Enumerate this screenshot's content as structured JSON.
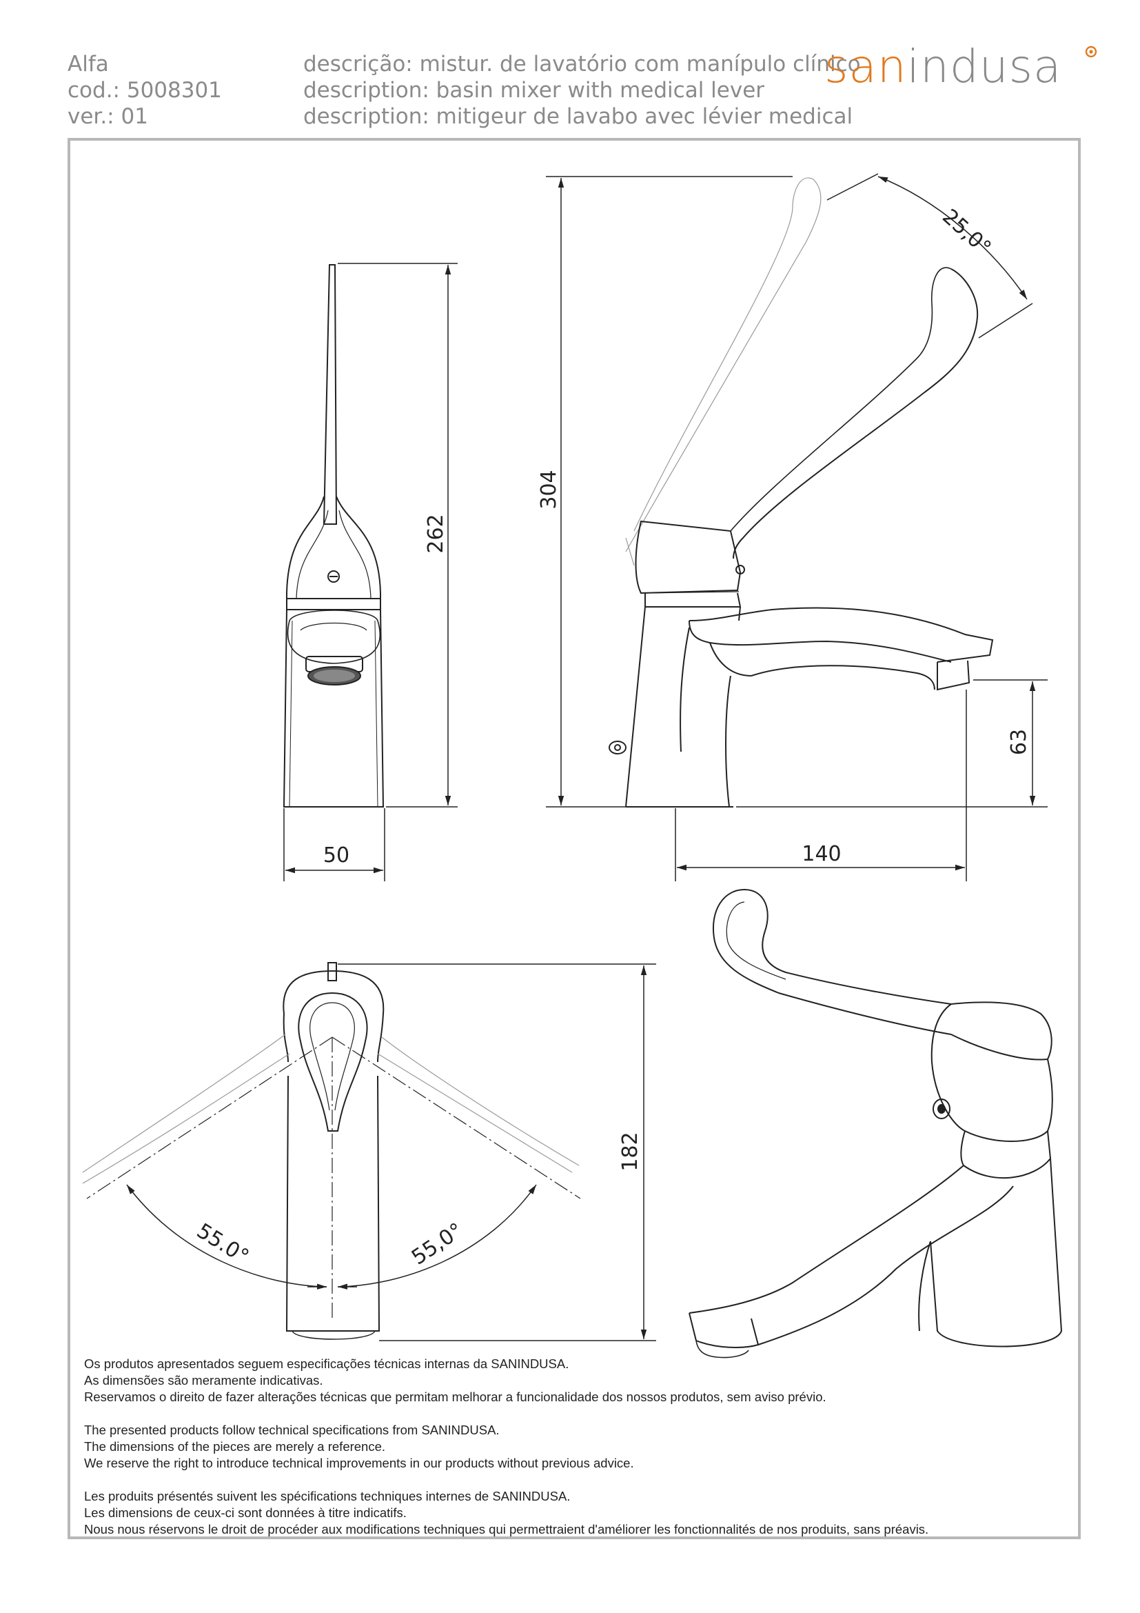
{
  "header": {
    "model": "Alfa",
    "code": "cod.: 5008301",
    "version": "ver.: 01",
    "desc_pt": "descrição: mistur. de lavatório com manípulo clínico",
    "desc_en": "description: basin mixer with medical lever",
    "desc_fr": "description: mitigeur de lavabo avec lévier medical"
  },
  "logo": {
    "part1": "san",
    "part2": "indusa",
    "accent_color": "#e07a1f",
    "gray_color": "#8a8a8a"
  },
  "dimensions": {
    "front_height": "262",
    "front_width": "50",
    "side_height": "304",
    "lever_angle": "25,0°",
    "spout_height": "63",
    "spout_reach": "140",
    "top_length": "182",
    "rotation_left": "55.0°",
    "rotation_right": "55,0°"
  },
  "notes": {
    "pt": [
      "Os produtos apresentados seguem especificações técnicas internas da SANINDUSA.",
      "As dimensões são meramente indicativas.",
      "Reservamos o direito de fazer alterações técnicas que permitam melhorar a funcionalidade dos nossos produtos, sem aviso prévio."
    ],
    "en": [
      "The presented products follow technical specifications from SANINDUSA.",
      "The dimensions of the pieces are merely a reference.",
      "We reserve the right to introduce technical improvements in our products without previous advice."
    ],
    "fr": [
      "Les produits présentés suivent les spécifications techniques internes de SANINDUSA.",
      "Les dimensions de ceux-ci sont données à titre indicatifs.",
      "Nous nous réservons le droit de procéder aux modifications techniques qui permettraient d'améliorer les fonctionnalités de nos produits, sans préavis."
    ]
  }
}
